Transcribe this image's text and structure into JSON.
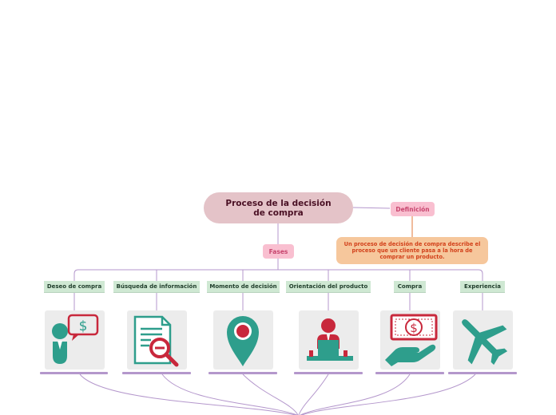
{
  "central": {
    "line1": "Proceso de la decisión",
    "line2": "de compra"
  },
  "definition": {
    "label": "Definición",
    "text": "Un proceso de decisión de compra  describe el proceso que un cliente pasa a la hora de comprar un producto."
  },
  "fases": {
    "label": "Fases"
  },
  "phases": [
    {
      "label": "Deseo de compra",
      "icon": "person-money-bubble-icon"
    },
    {
      "label": "Búsqueda de información",
      "icon": "document-magnifier-icon"
    },
    {
      "label": "Momento de decisión",
      "icon": "map-pin-icon"
    },
    {
      "label": "Orientación del producto",
      "icon": "person-at-laptop-icon"
    },
    {
      "label": "Compra",
      "icon": "hand-money-icon"
    },
    {
      "label": "Experiencia",
      "icon": "airplane-icon"
    }
  ],
  "colors": {
    "teal": "#2e9e8c",
    "red": "#c8283c",
    "connector": "#b497cc",
    "central_bg": "#e4c3c8"
  }
}
